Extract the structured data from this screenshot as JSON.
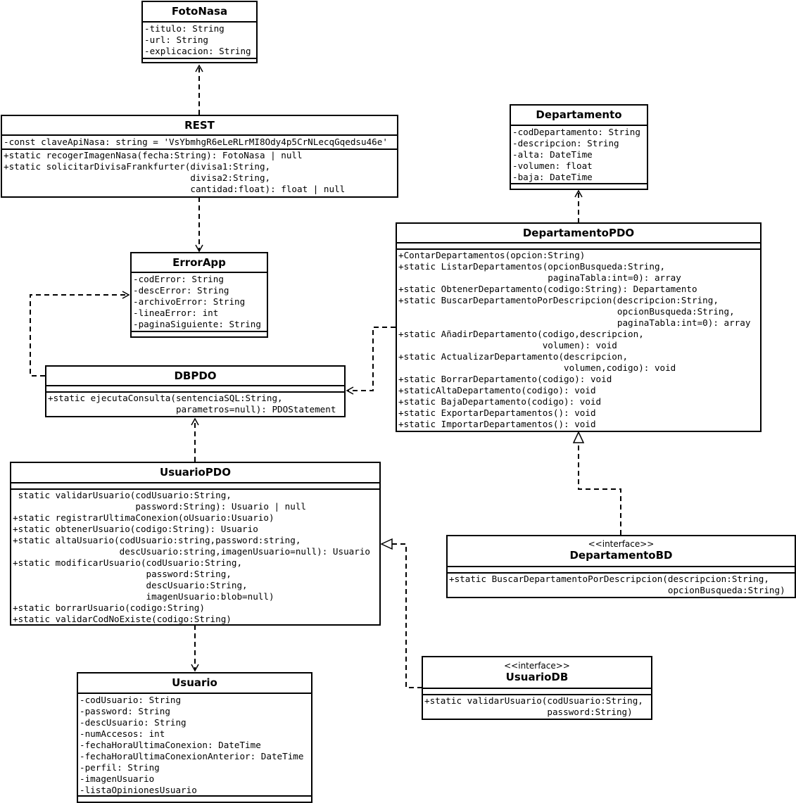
{
  "classes": {
    "fotonasa": {
      "name": "FotoNasa",
      "attributes": [
        "-titulo: String",
        "-url: String",
        "-explicacion: String"
      ],
      "methods": []
    },
    "rest": {
      "name": "REST",
      "attributes": [
        "-const claveApiNasa: string = 'VsYbmhgR6eLeRLrMI8Ody4p5CrNLecqGqedsu46e'"
      ],
      "methods": [
        "+static recogerImagenNasa(fecha:String): FotoNasa | null",
        "+static solicitarDivisaFrankfurter(divisa1:String,",
        "                                   divisa2:String,",
        "                                   cantidad:float): float | null"
      ]
    },
    "errorapp": {
      "name": "ErrorApp",
      "attributes": [
        "-codError: String",
        "-descError: String",
        "-archivoError: String",
        "-lineaError: int",
        "-paginaSiguiente: String"
      ],
      "methods": []
    },
    "dbpdo": {
      "name": "DBPDO",
      "attributes": [],
      "methods": [
        "+static ejecutaConsulta(sentenciaSQL:String,",
        "                        parametros=null): PDOStatement"
      ]
    },
    "usuariopdo": {
      "name": "UsuarioPDO",
      "attributes": [],
      "methods": [
        " static validarUsuario(codUsuario:String,",
        "                       password:String): Usuario | null",
        "+static registrarUltimaConexion(oUsuario:Usuario)",
        "+static obtenerUsuario(codigo:String): Usuario",
        "+static altaUsuario(codUsuario:string,password:string,",
        "                    descUsuario:string,imagenUsuario=null): Usuario",
        "+static modificarUsuario(codUsuario:String,",
        "                         password:String,",
        "                         descUsuario:String,",
        "                         imagenUsuario:blob=null)",
        "+static borrarUsuario(codigo:String)",
        "+static validarCodNoExiste(codigo:String)"
      ]
    },
    "usuario": {
      "name": "Usuario",
      "attributes": [
        "-codUsuario: String",
        "-password: String",
        "-descUsuario: String",
        "-numAccesos: int",
        "-fechaHoraUltimaConexion: DateTime",
        "-fechaHoraUltimaConexionAnterior: DateTime",
        "-perfil: String",
        "-imagenUsuario",
        "-listaOpinionesUsuario"
      ],
      "methods": []
    },
    "departamento": {
      "name": "Departamento",
      "attributes": [
        "-codDepartamento: String",
        "-descripcion: String",
        "-alta: DateTime",
        "-volumen: float",
        "-baja: DateTime"
      ],
      "methods": []
    },
    "departamentopdo": {
      "name": "DepartamentoPDO",
      "attributes": [],
      "methods": [
        "+ContarDepartamentos(opcion:String)",
        "+static ListarDepartamentos(opcionBusqueda:String,",
        "                            paginaTabla:int=0): array",
        "+static ObtenerDepartamento(codigo:String): Departamento",
        "+static BuscarDepartamentoPorDescripcion(descripcion:String,",
        "                                         opcionBusqueda:String,",
        "                                         paginaTabla:int=0): array",
        "+static AñadirDepartamento(codigo,descripcion,",
        "                           volumen): void",
        "+static ActualizarDepartamento(descripcion,",
        "                               volumen,codigo): void",
        "+static BorrarDepartamento(codigo): void",
        "+staticAltaDepartamento(codigo): void",
        "+static BajaDepartamento(codigo): void",
        "+static ExportarDepartamentos(): void",
        "+static ImportarDepartamentos(): void"
      ]
    },
    "departamentobd": {
      "stereotype": "<<interface>>",
      "name": "DepartamentoBD",
      "attributes": [],
      "methods": [
        "+static BuscarDepartamentoPorDescripcion(descripcion:String,",
        "                                         opcionBusqueda:String)"
      ]
    },
    "usuariodb": {
      "stereotype": "<<interface>>",
      "name": "UsuarioDB",
      "attributes": [],
      "methods": [
        "+static validarUsuario(codUsuario:String,",
        "                       password:String)"
      ]
    }
  },
  "relations": [
    {
      "from": "REST",
      "to": "FotoNasa",
      "kind": "dependency"
    },
    {
      "from": "REST",
      "to": "ErrorApp",
      "kind": "dependency"
    },
    {
      "from": "DBPDO",
      "to": "ErrorApp",
      "kind": "dependency"
    },
    {
      "from": "DepartamentoPDO",
      "to": "DBPDO",
      "kind": "dependency"
    },
    {
      "from": "DepartamentoPDO",
      "to": "Departamento",
      "kind": "dependency"
    },
    {
      "from": "UsuarioPDO",
      "to": "DBPDO",
      "kind": "dependency"
    },
    {
      "from": "UsuarioPDO",
      "to": "Usuario",
      "kind": "dependency"
    },
    {
      "from": "DepartamentoBD",
      "to": "DepartamentoPDO",
      "kind": "realization"
    },
    {
      "from": "UsuarioDB",
      "to": "UsuarioPDO",
      "kind": "realization"
    }
  ]
}
